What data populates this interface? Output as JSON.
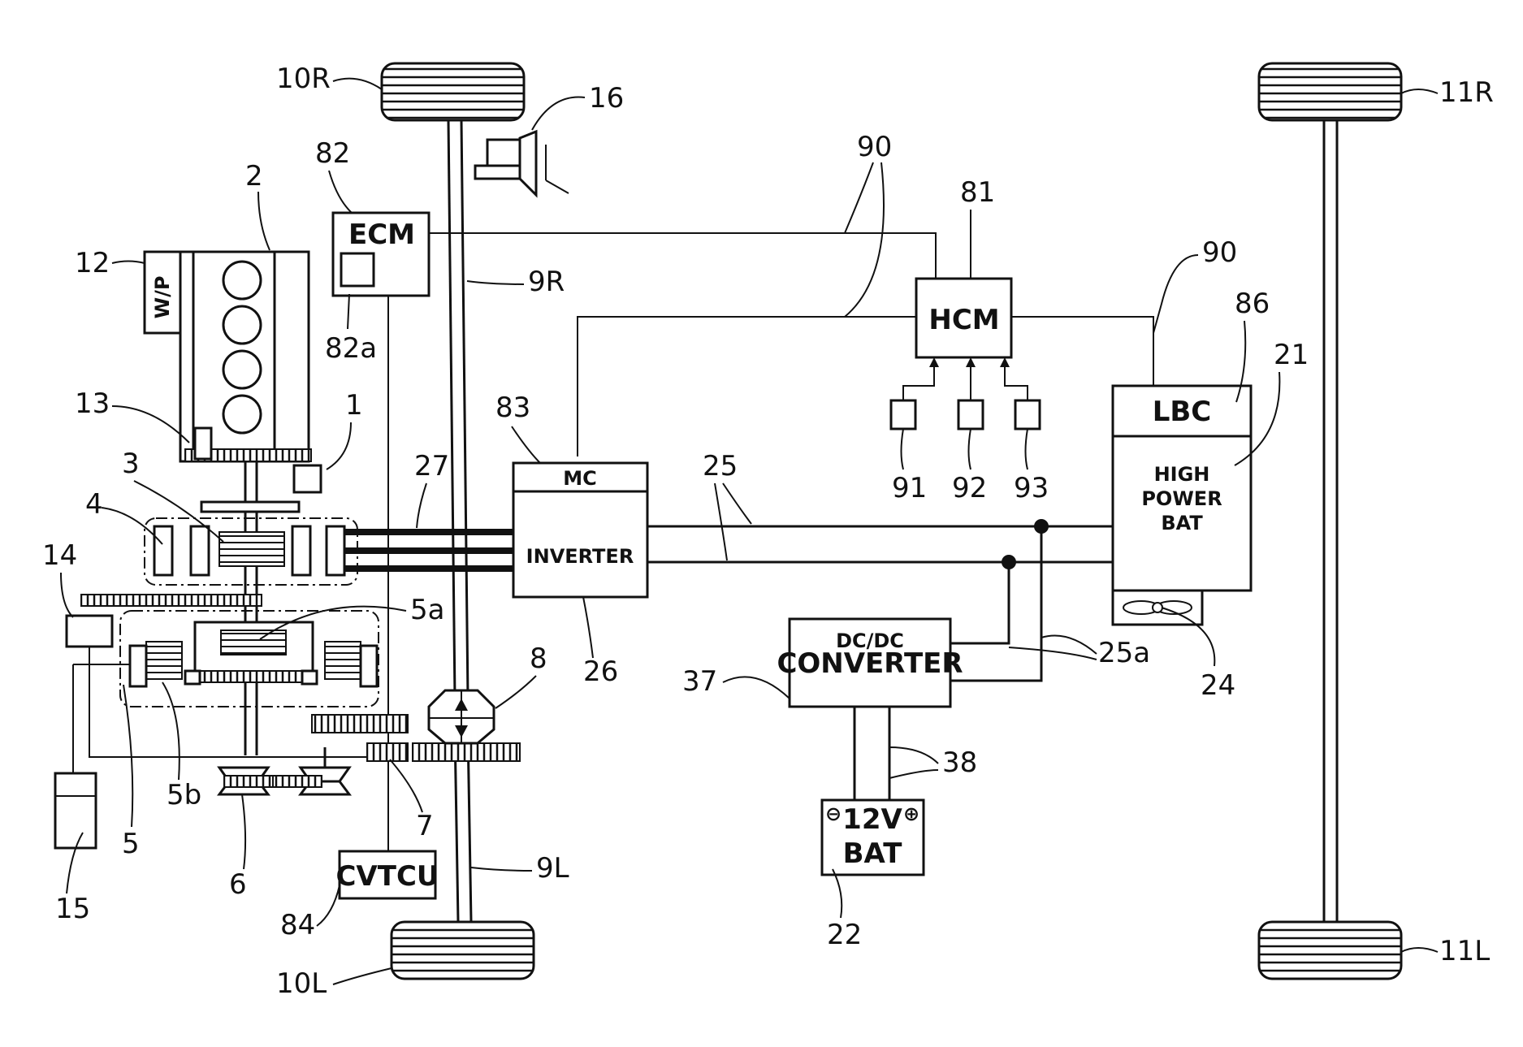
{
  "labels": {
    "r10R": "10R",
    "r10L": "10L",
    "r11R": "11R",
    "r11L": "11L",
    "r16": "16",
    "r82": "82",
    "r82a": "82a",
    "r90a": "90",
    "r90b": "90",
    "r81": "81",
    "r2": "2",
    "r12": "12",
    "r9R": "9R",
    "r9L": "9L",
    "r86": "86",
    "r21": "21",
    "r13": "13",
    "r1": "1",
    "r83": "83",
    "r3": "3",
    "r27": "27",
    "r25": "25",
    "r4": "4",
    "r91": "91",
    "r92": "92",
    "r93": "93",
    "r14": "14",
    "r5a": "5a",
    "r8": "8",
    "r26": "26",
    "r25a": "25a",
    "r24": "24",
    "r37": "37",
    "r38": "38",
    "r5": "5",
    "r5b": "5b",
    "r6": "6",
    "r7": "7",
    "r15": "15",
    "r84": "84",
    "r22": "22"
  },
  "boxes": {
    "ecm": "ECM",
    "hcm": "HCM",
    "lbc": "LBC",
    "battery_line1": "HIGH",
    "battery_line2": "POWER",
    "battery_line3": "BAT",
    "mc": "MC",
    "inverter": "INVERTER",
    "dcdc_line1": "DC/DC",
    "dcdc_line2": "CONVERTER",
    "bat12_line1": "12V",
    "bat12_line2": "BAT",
    "cvtcu": "CVTCU",
    "wp": "W/P"
  },
  "symbols": {
    "minus": "⊖",
    "plus": "⊕"
  }
}
